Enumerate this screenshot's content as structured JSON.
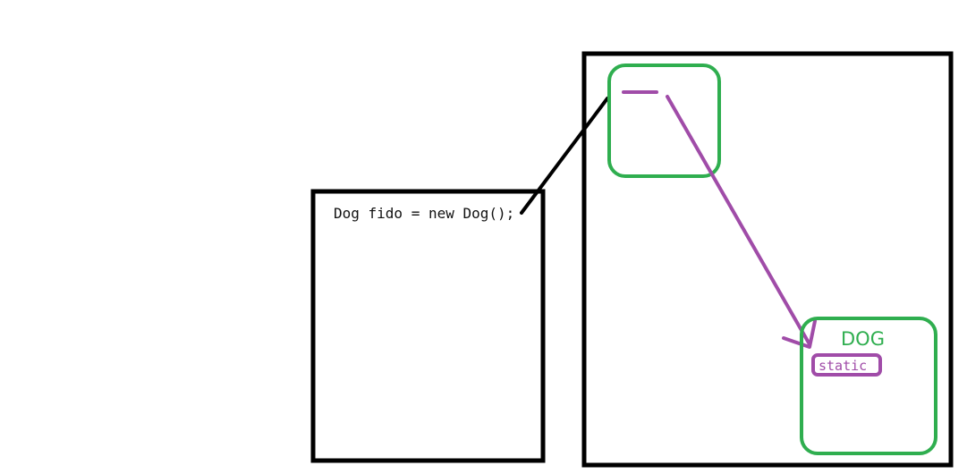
{
  "stack_frame": {
    "code": "Dog fido = new Dog();"
  },
  "heap": {
    "class_object": {
      "label": "DOG",
      "member_label": "static"
    }
  },
  "colors": {
    "outline": "#000000",
    "object_border": "#2fae4f",
    "reference": "#a04ca8"
  }
}
